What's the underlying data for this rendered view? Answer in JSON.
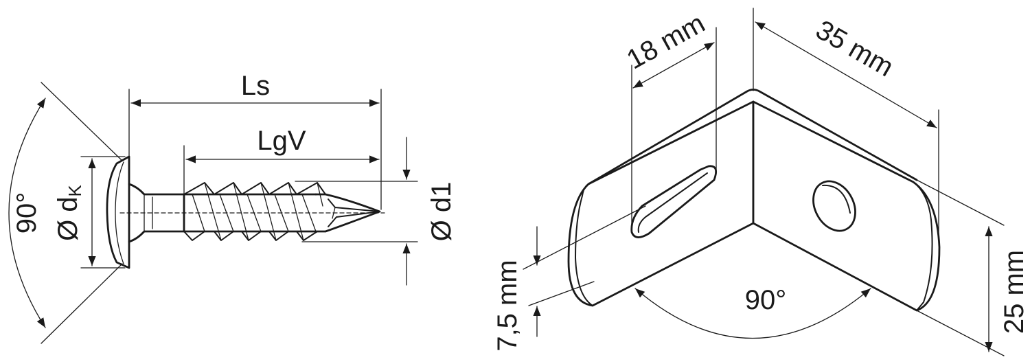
{
  "screw": {
    "ls": "Ls",
    "lgv": "LgV",
    "d1": "Ø d1",
    "dk_prefix": "Ø d",
    "dk_sub": "K",
    "angle": "90°"
  },
  "bracket": {
    "width": "35 mm",
    "slot_offset": "18 mm",
    "hole_height": "7,5 mm",
    "height": "25 mm",
    "angle": "90°"
  }
}
